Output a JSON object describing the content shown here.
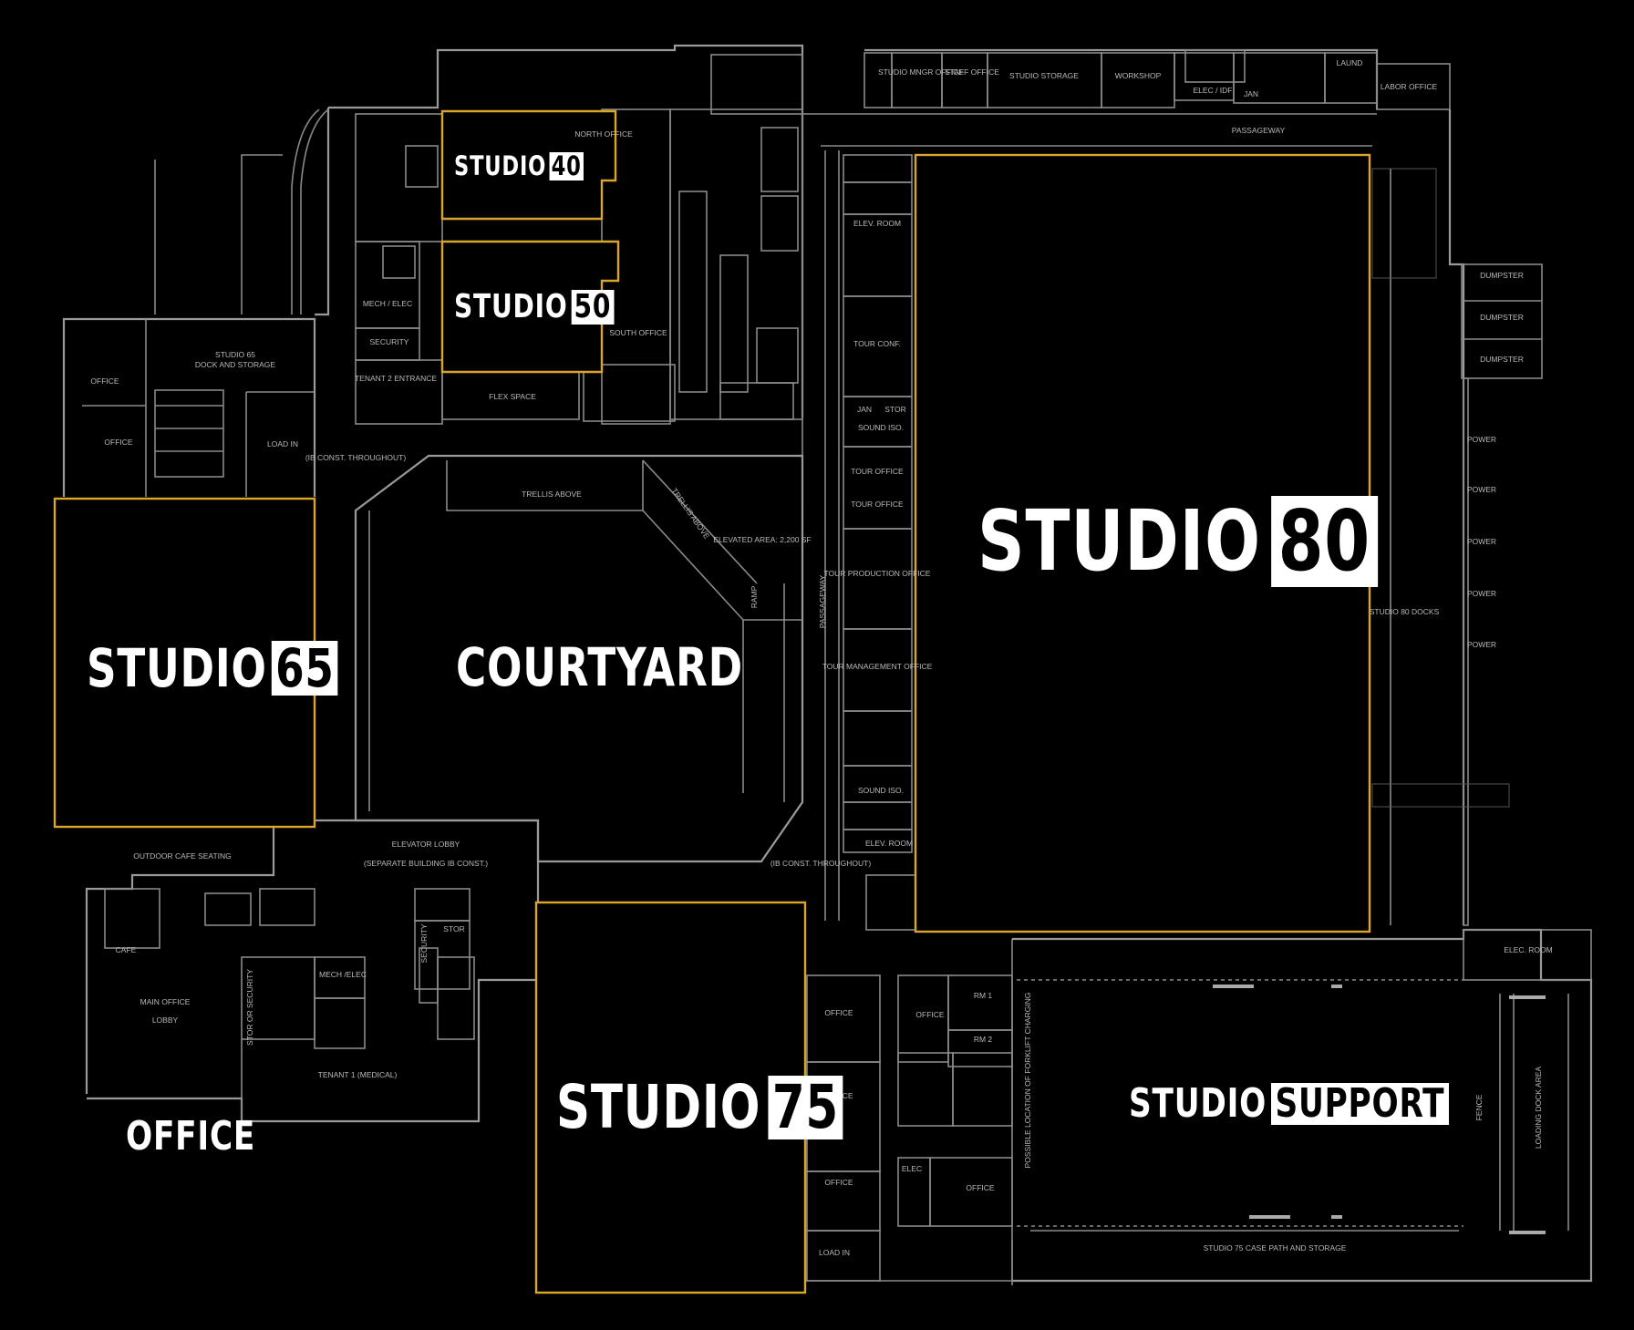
{
  "studios": {
    "studio40": {
      "prefix": "STUDIO",
      "number": "40"
    },
    "studio50": {
      "prefix": "STUDIO",
      "number": "50"
    },
    "studio65": {
      "prefix": "STUDIO",
      "number": "65"
    },
    "studio75": {
      "prefix": "STUDIO",
      "number": "75"
    },
    "studio80": {
      "prefix": "STUDIO",
      "number": "80"
    },
    "support": {
      "prefix": "STUDIO",
      "number": "SUPPORT"
    }
  },
  "areas": {
    "courtyard": "COURTYARD",
    "office": "OFFICE"
  },
  "rooms": {
    "studio_mngr_office": "STUDIO MNGR OFFICE",
    "staff_office": "STAFF OFFICE",
    "studio_storage": "STUDIO STORAGE",
    "workshop": "WORKSHOP",
    "laund": "LAUND",
    "labor_office": "LABOR OFFICE",
    "elec_idf": "ELEC / IDF",
    "jan": "JAN",
    "passageway_top": "PASSAGEWAY",
    "passageway_vertical": "PASSAGEWAY",
    "north_office": "NORTH OFFICE",
    "south_office": "SOUTH OFFICE",
    "flex_space": "FLEX SPACE",
    "mech_elec": "MECH / ELEC",
    "security": "SECURITY",
    "tenant2_entrance": "TENANT 2 ENTRANCE",
    "studio65_dock": "STUDIO 65",
    "dock_and_storage": "DOCK AND STORAGE",
    "office_1": "OFFICE",
    "office_2": "OFFICE",
    "load_in_65": "LOAD IN",
    "ib_const_1": "(IB CONST. THROUGHOUT)",
    "trellis_above_1": "TRELLIS ABOVE",
    "trellis_above_2": "TRELLIS ABOVE",
    "elevated_area": "ELEVATED AREA: 2,200 SF",
    "ramp": "RAMP",
    "elev_room_1": "ELEV. ROOM",
    "tour_conf": "TOUR CONF.",
    "jan2": "JAN",
    "stor": "STOR",
    "sound_iso_1": "SOUND ISO.",
    "tour_office_1": "TOUR OFFICE",
    "tour_office_2": "TOUR OFFICE",
    "tour_production_office": "TOUR PRODUCTION OFFICE",
    "tour_management_office": "TOUR MANAGEMENT OFFICE",
    "sound_iso_2": "SOUND ISO.",
    "elev_room_2": "ELEV. ROOM",
    "ib_const_2": "(IB CONST. THROUGHOUT)",
    "studio80_docks": "STUDIO 80 DOCKS",
    "dumpster": "DUMPSTER",
    "power": "POWER",
    "elec_room": "ELEC. ROOM",
    "outdoor_cafe": "OUTDOOR CAFE SEATING",
    "elevator_lobby": "ELEVATOR LOBBY",
    "separate_building": "(SEPARATE BUILDING IB CONST.)",
    "cafe": "CAFE",
    "main_office": "MAIN OFFICE",
    "lobby": "LOBBY",
    "stor_security": "STOR OR SECURITY",
    "mech_elec_2": "MECH /ELEC",
    "security_2": "SECURITY",
    "stor_2": "STOR",
    "tenant1": "TENANT 1 (MEDICAL)",
    "office_a": "OFFICE",
    "office_b": "OFFICE",
    "office_c": "OFFICE",
    "office_d": "OFFICE",
    "office_e": "OFFICE",
    "rm1": "RM 1",
    "rm2": "RM 2",
    "elec": "ELEC",
    "load_in_75": "LOAD IN",
    "forklift": "POSSIBLE LOCATION OF FORKLIFT CHARGING",
    "fence": "FENCE",
    "loading_dock": "LOADING DOCK AREA",
    "case_path": "STUDIO 75 CASE PATH AND STORAGE"
  }
}
